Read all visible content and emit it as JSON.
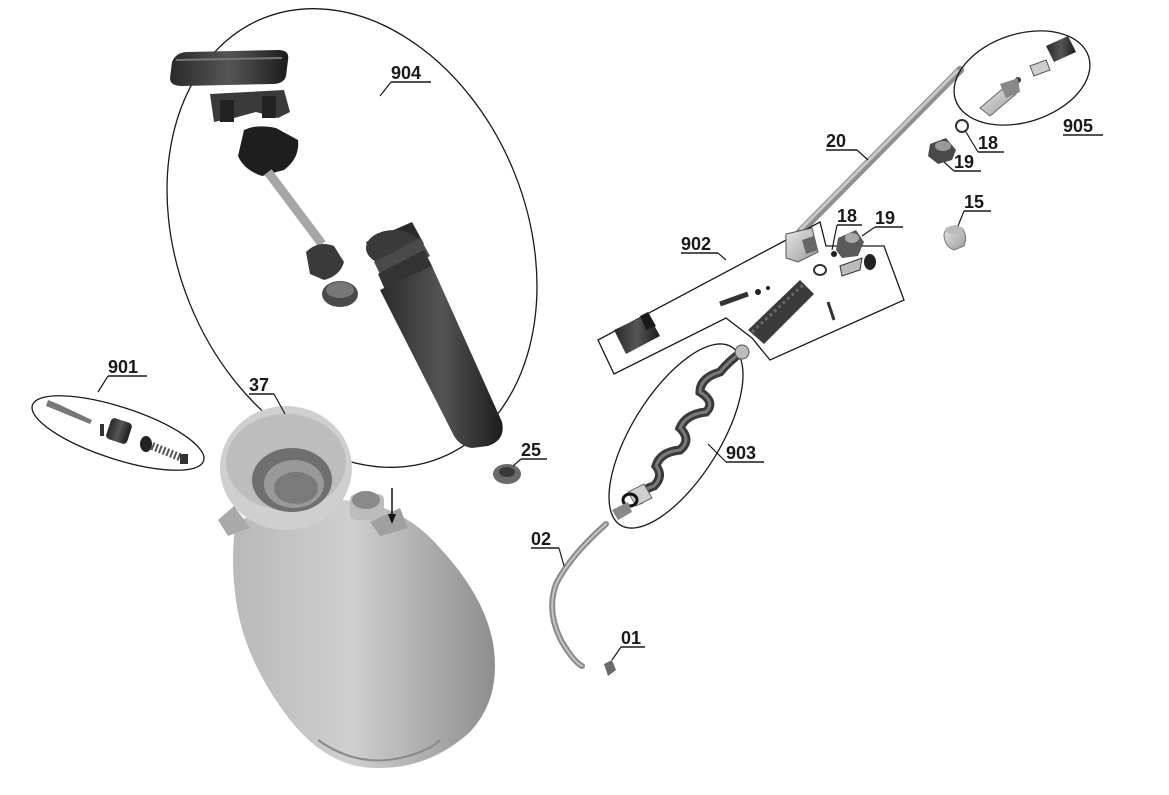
{
  "part_labels": {
    "p904": "904",
    "p901": "901",
    "p37": "37",
    "p25": "25",
    "p20": "20",
    "p905": "905",
    "p18a": "18",
    "p19a": "19",
    "p15": "15",
    "p902": "902",
    "p18b": "18",
    "p19b": "19",
    "p903": "903",
    "p02": "02",
    "p01": "01"
  }
}
